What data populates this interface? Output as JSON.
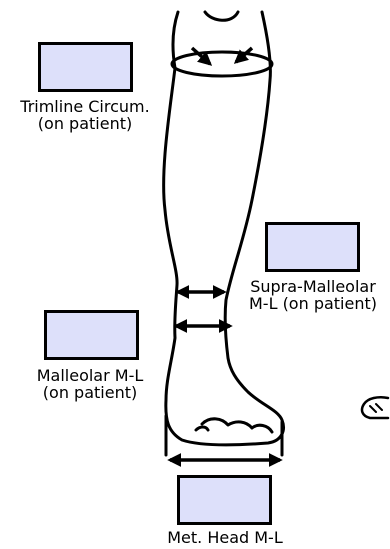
{
  "fields": {
    "trimline": {
      "line1": "Trimline Circum.",
      "line2": "(on patient)"
    },
    "supra_malleolar": {
      "line1": "Supra-Malleolar",
      "line2": "M-L (on patient)"
    },
    "malleolar": {
      "line1": "Malleolar M-L",
      "line2": "(on patient)"
    },
    "met_head": {
      "line1": "Met. Head M-L"
    }
  },
  "colors": {
    "field_fill": "#dde0fa",
    "outline": "#000000",
    "background": "#ffffff"
  }
}
